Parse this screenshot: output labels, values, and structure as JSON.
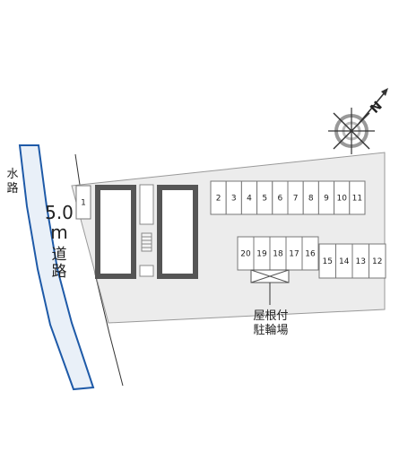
{
  "labels": {
    "waterway": "水路",
    "road_width": "5.0",
    "road_unit": "m",
    "road_name": "道路",
    "roof_line1": "屋根付",
    "roof_line2": "駐輪場",
    "compass": "N"
  },
  "parking": {
    "slot1": "1",
    "top_row": [
      "2",
      "3",
      "4",
      "5",
      "6",
      "7",
      "8",
      "9",
      "10",
      "11"
    ],
    "mid_row": [
      "20",
      "19",
      "18",
      "17",
      "16"
    ],
    "right_row": [
      "15",
      "14",
      "13",
      "12"
    ]
  },
  "colors": {
    "lot": "#ececec",
    "building": "#555555",
    "water": "#e9f0f8",
    "water_edge": "#1e5aa8"
  }
}
